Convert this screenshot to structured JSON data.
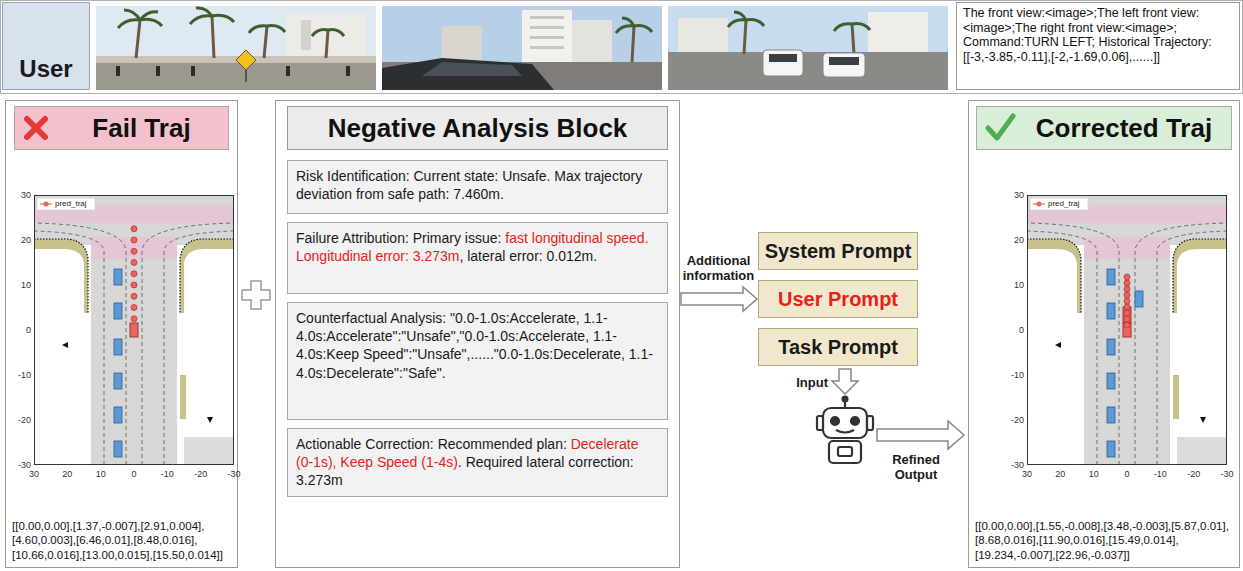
{
  "diagram": {
    "nodes": [
      {
        "text": [
          "User"
        ]
      },
      {
        "text": [
          "The front view:<image>;The left front view:<image>;The right front view:<image>; Command:TURN LEFT; Historical Trajectory:[[-3,-3.85,-0.11],[-2,-1.69,0.06],......]]"
        ]
      },
      {
        "text": [
          "[[0.00,0.00],[1.37,-0.007],[2.91,0.004],[4.60,0.003],[6.46,0.01],[8.48,0.016],[10.66,0.016],[13.00,0.015],[15.50,0.014]]"
        ]
      },
      {
        "text": [
          "Fail Traj"
        ],
        "in": 2
      },
      {
        "text": [
          "Negative Analysis Block"
        ]
      },
      {
        "text": [
          "Risk Identification: Current state: Unsafe. Max trajectory deviation from safe path: 7.460m."
        ],
        "in": 4
      },
      {
        "text": [
          "Failure Attribution: Primary issue:",
          "fast longitudinal speed. Longitudinal error: 3.273m",
          ", lateral error: 0.012m."
        ],
        "in": 4
      },
      {
        "text": [
          "Counterfactual Analysis: \"0.0-1.0s:Accelerate, 1.1-4.0s:Accelerate\":\"Unsafe\",\"0.0-1.0s:Accelerate, 1.1-4.0s:Keep Speed\":\"Unsafe\",......\"0.0-1.0s:Decelerate, 1.1-4.0s:Decelerate\":\"Safe\"."
        ],
        "in": 4
      },
      {
        "text": [
          "Actionable Correction: Recommended plan:",
          "Decelerate (0-1s), Keep Speed (1-4s)",
          ". Required lateral correction: 3.273m"
        ],
        "in": 4
      },
      {
        "text": [
          "System Prompt"
        ]
      },
      {
        "text": [
          "User Prompt"
        ]
      },
      {
        "text": [
          "Task Prompt"
        ]
      },
      {
        "text": [
          "[[0.00,0.00],[1.55,-0.008],[3.48,-0.003],[5.87,0.01],[8.68,0.016],[11.90,0.016],[15.49,0.014],[19.234,-0.007],[22.96,-0.037]]"
        ]
      },
      {
        "text": [
          "Corrected Traj"
        ],
        "in": 12
      }
    ],
    "edges": [
      {
        "from": 4,
        "to": 10,
        "arrow": "to",
        "label": "Additional information"
      }
    ],
    "labels": [
      "30",
      "20",
      "10",
      "0",
      "-10",
      "-20",
      "-30",
      "30",
      "20",
      "10",
      "0",
      "-10",
      "-20",
      "-30",
      "30",
      "20",
      "10",
      "0",
      "-10",
      "-20",
      "-30",
      "30",
      "20",
      "10",
      "0",
      "-10",
      "-20",
      "-30",
      "Input",
      "Refined Output"
    ],
    "legend": [
      {
        "text": "pred_traj"
      },
      {
        "text": "pred_traj"
      }
    ]
  }
}
